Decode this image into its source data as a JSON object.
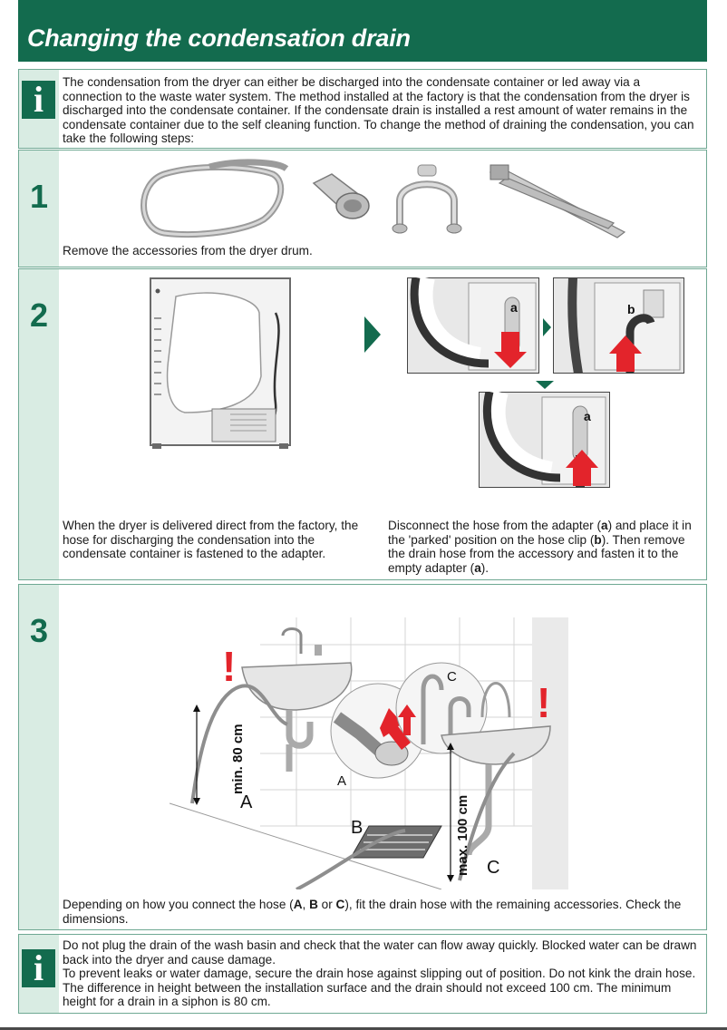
{
  "page": {
    "title": "Changing the condensation drain"
  },
  "intro": {
    "icon": "info-icon",
    "text": "The condensation from the dryer can either be discharged into the condensate container or led away via a connection to the waste water system. The method installed at the factory is that the condensation from the dryer is discharged into the condensate container. If the condensate drain is installed a rest amount of water remains in the condensate container due to the self cleaning function. To change the method of draining the condensation, you can take the following steps:"
  },
  "step1": {
    "number": "1",
    "text": "Remove the accessories from the dryer drum."
  },
  "step2": {
    "number": "2",
    "left_text": "When the dryer is delivered direct from the factory, the hose for discharging the condensation into the condensate container is fastened to the adapter.",
    "right_text_parts": [
      "Disconnect the hose from the adapter (",
      "a",
      ") and place it in the 'parked' position on the hose clip (",
      "b",
      "). Then remove the drain hose from the accessory and fasten it to the empty adapter (",
      "a",
      ")."
    ],
    "labels": {
      "a": "a",
      "b": "b"
    }
  },
  "step3": {
    "number": "3",
    "text_parts": [
      "Depending on how you connect the hose (",
      "A",
      ", ",
      "B",
      " or ",
      "C",
      "), fit the drain hose with the remaining accessories. Check the dimensions."
    ],
    "figure_labels": {
      "min_height": "min. 80 cm",
      "max_height": "max. 100 cm",
      "A": "A",
      "B": "B",
      "C": "C",
      "warning": "!"
    }
  },
  "note": {
    "icon": "info-icon",
    "lines": [
      "Do not plug the drain of the wash basin and check that the water can flow away quickly. Blocked water can be drawn back into the dryer and cause damage.",
      "To prevent leaks or water damage, secure the drain hose against slipping out of position. Do not kink the drain hose. The difference in height between the installation surface and the drain should not exceed 100 cm. The minimum height for a drain in a siphon is 80 cm."
    ]
  },
  "colors": {
    "brand_green": "#136b4e",
    "gutter_green": "#d9ece3",
    "arrow_red": "#e3242b"
  }
}
